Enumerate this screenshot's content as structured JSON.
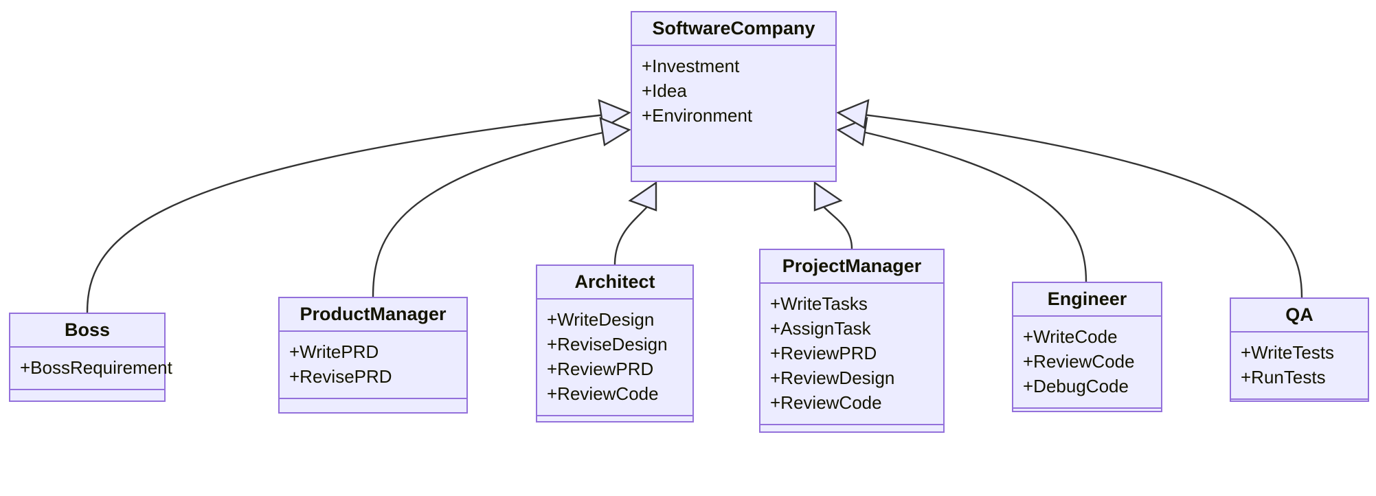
{
  "diagram": {
    "type": "uml-class-diagram",
    "title": "",
    "colors": {
      "node_fill": "#ECECFF",
      "node_border": "#9370DB",
      "edge_stroke": "#333333",
      "text": "#131300",
      "background": "#FFFFFF"
    },
    "relationship": "generalization",
    "classes": [
      {
        "id": "software-company",
        "name": "SoftwareCompany",
        "attributes": [
          "+Investment",
          "+Idea",
          "+Environment"
        ],
        "methods": []
      },
      {
        "id": "boss",
        "name": "Boss",
        "attributes": [
          "+BossRequirement"
        ],
        "methods": []
      },
      {
        "id": "product-manager",
        "name": "ProductManager",
        "attributes": [
          "+WritePRD",
          "+RevisePRD"
        ],
        "methods": []
      },
      {
        "id": "architect",
        "name": "Architect",
        "attributes": [
          "+WriteDesign",
          "+ReviseDesign",
          "+ReviewPRD",
          "+ReviewCode"
        ],
        "methods": []
      },
      {
        "id": "project-manager",
        "name": "ProjectManager",
        "attributes": [
          "+WriteTasks",
          "+AssignTask",
          "+ReviewPRD",
          "+ReviewDesign",
          "+ReviewCode"
        ],
        "methods": []
      },
      {
        "id": "engineer",
        "name": "Engineer",
        "attributes": [
          "+WriteCode",
          "+ReviewCode",
          "+DebugCode"
        ],
        "methods": []
      },
      {
        "id": "qa",
        "name": "QA",
        "attributes": [
          "+WriteTests",
          "+RunTests"
        ],
        "methods": []
      }
    ],
    "edges": [
      {
        "from": "boss",
        "to": "software-company",
        "kind": "inheritance"
      },
      {
        "from": "product-manager",
        "to": "software-company",
        "kind": "inheritance"
      },
      {
        "from": "architect",
        "to": "software-company",
        "kind": "inheritance"
      },
      {
        "from": "project-manager",
        "to": "software-company",
        "kind": "inheritance"
      },
      {
        "from": "engineer",
        "to": "software-company",
        "kind": "inheritance"
      },
      {
        "from": "qa",
        "to": "software-company",
        "kind": "inheritance"
      }
    ]
  }
}
